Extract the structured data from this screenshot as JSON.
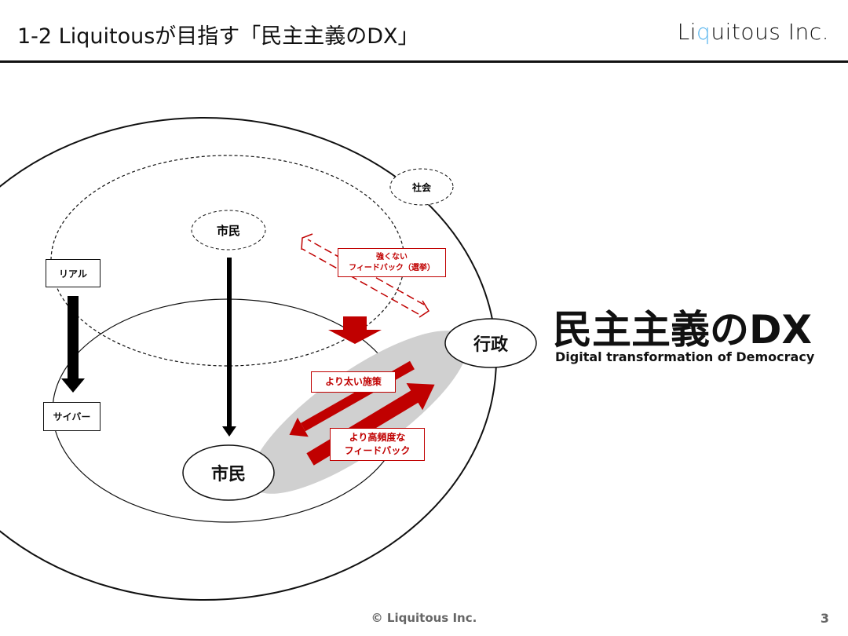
{
  "header": {
    "title": "1-2 Liquitousが目指す「民主主義のDX」",
    "logo": {
      "part1": "Li",
      "part2": "q",
      "part3": "uitous Inc."
    }
  },
  "diagram": {
    "society": "社会",
    "citizen_top": "市民",
    "citizen_bottom": "市民",
    "government": "行政",
    "real": "リアル",
    "cyber": "サイバー",
    "weak_feedback": {
      "line1": "強くない",
      "line2": "フィードバック（選挙）"
    },
    "stronger_policy": "より太い施策",
    "frequent_feedback": {
      "line1": "より高頻度な",
      "line2": "フィードバック"
    },
    "colors": {
      "red": "#c00000",
      "gray": "#d0d0d0"
    }
  },
  "dx": {
    "title": "民主主義のDX",
    "subtitle": "Digital transformation of Democracy"
  },
  "footer": {
    "copyright": "© Liquitous Inc.",
    "page": "3"
  }
}
